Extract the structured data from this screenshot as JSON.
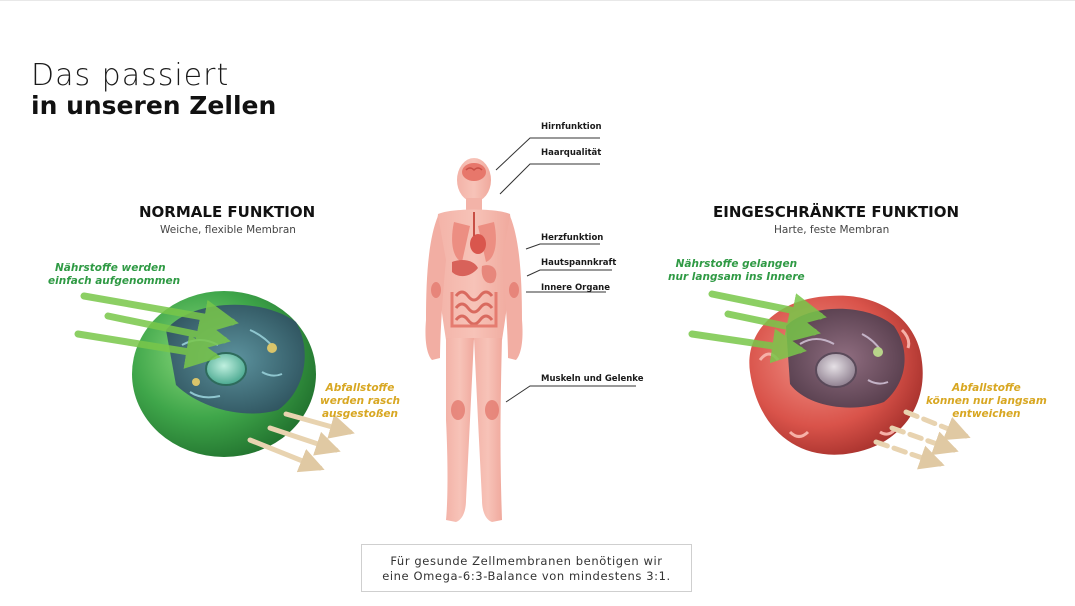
{
  "title": {
    "line1": "Das passiert",
    "line2": "in unseren Zellen"
  },
  "left_panel": {
    "heading": "NORMALE FUNKTION",
    "subheading": "Weiche, flexible Membran",
    "intake": [
      "Nährstoffe werden",
      "einfach aufgenommen"
    ],
    "waste": [
      "Abfallstoffe",
      "werden rasch",
      "ausgestoßen"
    ]
  },
  "right_panel": {
    "heading": "EINGESCHRÄNKTE FUNKTION",
    "subheading": "Harte, feste Membran",
    "intake": [
      "Nährstoffe gelangen",
      "nur langsam ins Innere"
    ],
    "waste": [
      "Abfallstoffe",
      "können nur langsam",
      "entweichen"
    ]
  },
  "body_labels": [
    "Hirnfunktion",
    "Haarqualität",
    "Herzfunktion",
    "Hautspannkraft",
    "Innere Organe",
    "Muskeln und Gelenke"
  ],
  "note": [
    "Für gesunde Zellmembranen benötigen wir",
    "eine Omega-6:3-Balance von mindestens 3:1."
  ],
  "colors": {
    "healthy_cell": "#3fa64a",
    "damaged_cell": "#d9534a",
    "intake_arrows": "#79c74a",
    "waste_arrows": "#e8d3b0",
    "body": "#f3a79b",
    "intake_text": "#2f9a44",
    "waste_text": "#d8a722"
  }
}
